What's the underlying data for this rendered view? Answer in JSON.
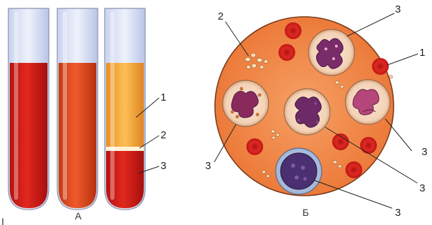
{
  "panels": {
    "A": {
      "caption": "А",
      "labels": {
        "plasma": "1",
        "buffy_coat": "2",
        "sediment": "3"
      }
    },
    "B": {
      "caption": "Б",
      "labels": {
        "platelets": "2",
        "leukocyte": "3",
        "erythrocyte": "1"
      }
    }
  },
  "corner_mark": "I",
  "colors": {
    "blood_red": "#d81c1c",
    "plasma_yellow": "#f2a53a",
    "smear_orange": "#f2894a",
    "rbc": "#d8201e",
    "nucleus": "#7a2c6a",
    "lymph_nucleus": "#4a3070"
  }
}
